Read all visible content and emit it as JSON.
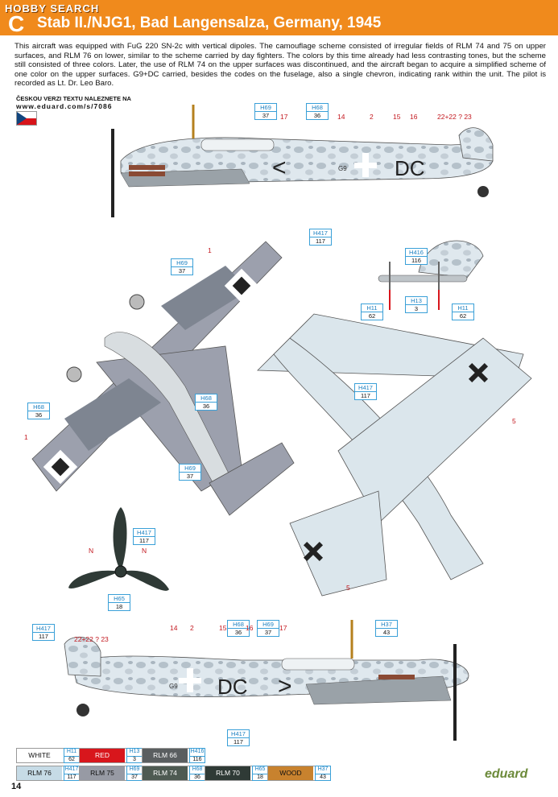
{
  "header": {
    "watermark": "HOBBY SEARCH",
    "letter": "C",
    "title": "Stab II./NJG1, Bad Langensalza, Germany, 1945"
  },
  "description": "This aircraft was equipped with FuG 220 SN-2c with vertical dipoles. The camouflage scheme consisted of irregular fields of RLM 74 and 75 on upper surfaces, and RLM 76 on lower, similar to the scheme carried by day fighters. The colors by this time already had less contrasting tones, but the scheme still consisted of three colors. Later, the use of RLM 74 on the upper surfaces was discontinued, and the aircraft began to acquire a simplified scheme of one color on the upper surfaces. G9+DC carried, besides the codes on the fuselage, also a single chevron, indicating rank within the unit. The pilot is recorded as Lt. Dr. Leo Baro.",
  "czech": {
    "line1": "ČESKOU VERZI TEXTU NALEZNETE NA",
    "line2": "www.eduard.com/s/7086"
  },
  "markings": {
    "code_dc": "DC",
    "code_g9": "G9",
    "chevron": ">",
    "chevron_left": "<"
  },
  "tags": [
    {
      "code": "H69",
      "num": "37"
    },
    {
      "code": "H68",
      "num": "36"
    },
    {
      "code": "H417",
      "num": "117"
    },
    {
      "code": "H69",
      "num": "37"
    },
    {
      "code": "H416",
      "num": "116"
    },
    {
      "code": "H13",
      "num": "3"
    },
    {
      "code": "H11",
      "num": "62"
    },
    {
      "code": "H11",
      "num": "62"
    },
    {
      "code": "H68",
      "num": "36"
    },
    {
      "code": "H68",
      "num": "36"
    },
    {
      "code": "H417",
      "num": "117"
    },
    {
      "code": "H69",
      "num": "37"
    },
    {
      "code": "H417",
      "num": "117"
    },
    {
      "code": "H65",
      "num": "18"
    },
    {
      "code": "H417",
      "num": "117"
    },
    {
      "code": "H68",
      "num": "36"
    },
    {
      "code": "H69",
      "num": "37"
    },
    {
      "code": "H37",
      "num": "43"
    },
    {
      "code": "H417",
      "num": "117"
    }
  ],
  "numbers": [
    "17",
    "14",
    "2",
    "15",
    "16",
    "22+22 ? 23",
    "1",
    "1",
    "5",
    "5",
    "N",
    "N",
    "14",
    "2",
    "15",
    "16",
    "17",
    "22+22 ? 23"
  ],
  "legend": [
    {
      "name": "WHITE",
      "code": "H11",
      "num": "62",
      "color": "#ffffff",
      "text": "#111111"
    },
    {
      "name": "RED",
      "code": "H13",
      "num": "3",
      "color": "#d8161c",
      "text": "#ffffff"
    },
    {
      "name": "RLM 66",
      "code": "H416",
      "num": "116",
      "color": "#5a5e60",
      "text": "#ffffff"
    },
    {
      "name": "RLM 76",
      "code": "H417",
      "num": "117",
      "color": "#c6dbe6",
      "text": "#111111"
    },
    {
      "name": "RLM 75",
      "code": "H69",
      "num": "37",
      "color": "#979aa4",
      "text": "#111111"
    },
    {
      "name": "RLM 74",
      "code": "H68",
      "num": "36",
      "color": "#4e5a52",
      "text": "#ffffff"
    },
    {
      "name": "RLM 70",
      "code": "H65",
      "num": "18",
      "color": "#2f3a36",
      "text": "#ffffff"
    },
    {
      "name": "WOOD",
      "code": "H37",
      "num": "43",
      "color": "#c8822e",
      "text": "#111111"
    }
  ],
  "page_number": "14",
  "brand": "eduard"
}
